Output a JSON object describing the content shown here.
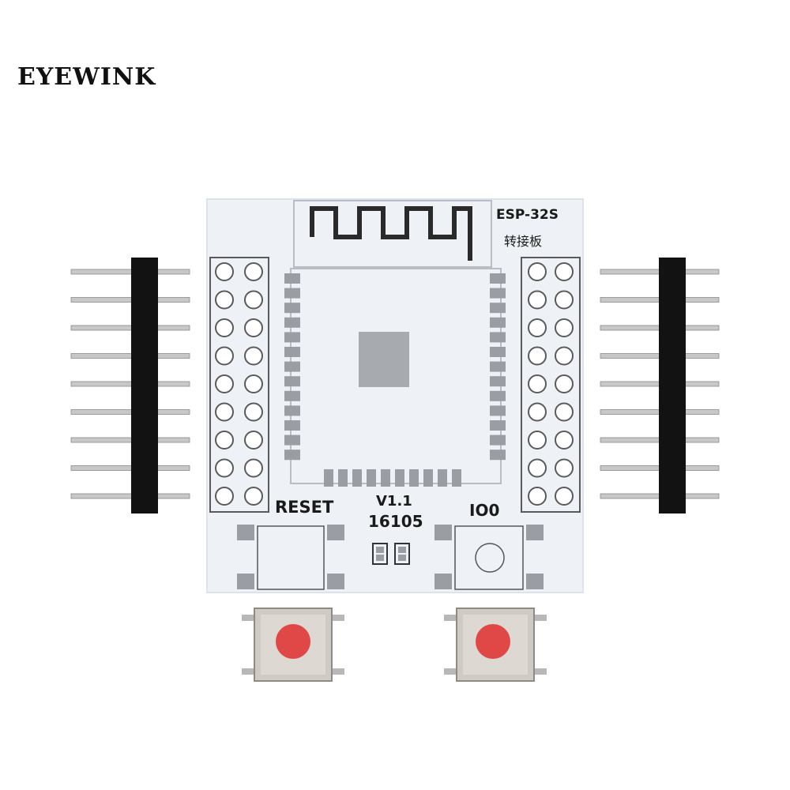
{
  "brand": "EYEWINK",
  "board": {
    "model": "ESP-32S",
    "subtitle": "转接板",
    "version": "V1.1",
    "code": "16105",
    "reset_label": "RESET",
    "io0_label": "IO0",
    "header_rows": 9
  },
  "colors": {
    "board": "#eef2f6",
    "pad": "#9a9ea4",
    "pin_plastic": "#121212",
    "pin_metal": "#c8c8c8",
    "button_red": "#e04848",
    "button_body": "#cfcac4"
  }
}
